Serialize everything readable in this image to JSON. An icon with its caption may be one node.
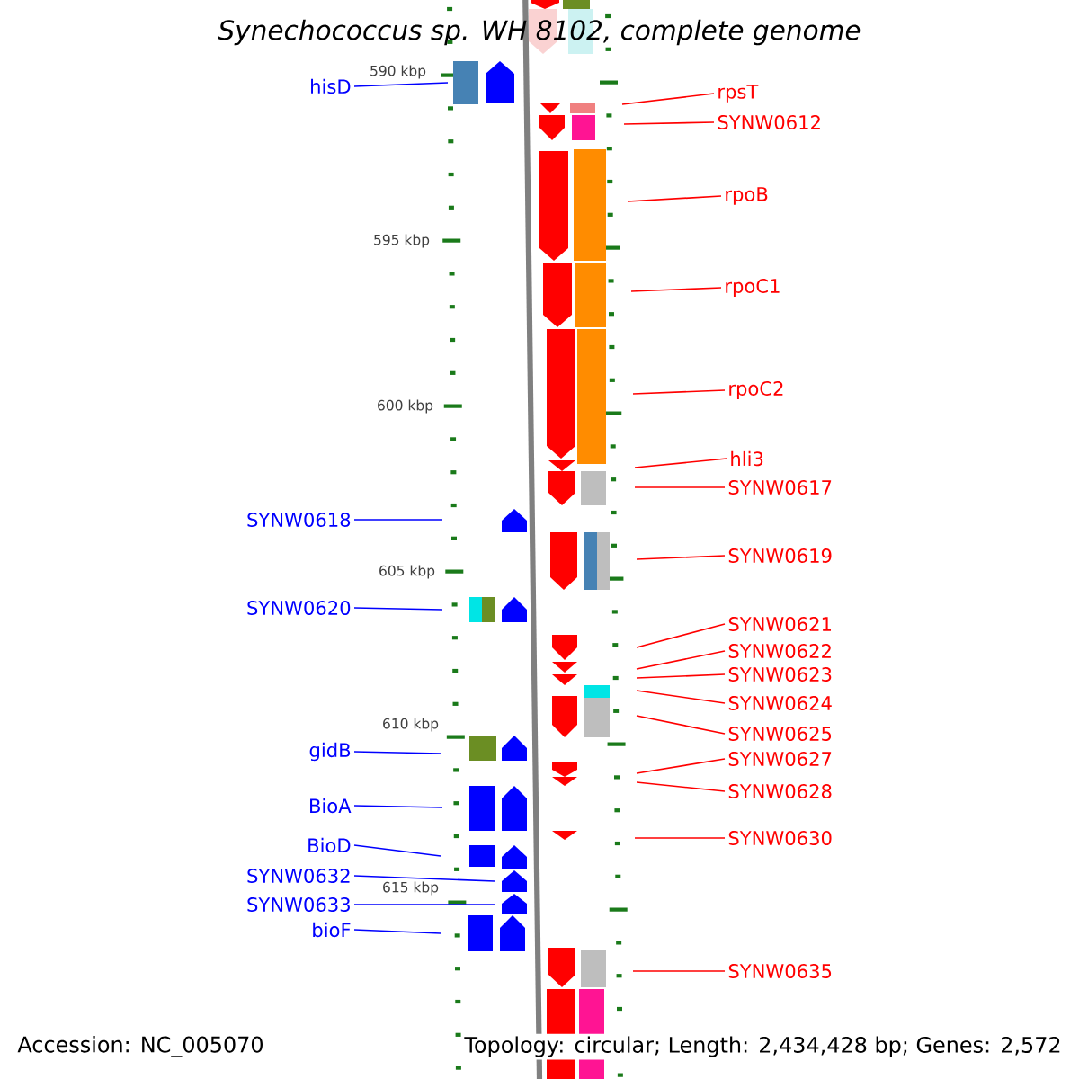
{
  "diagram": {
    "title": "Synechococcus sp. WH 8102, complete genome",
    "nodes": [
      {
        "text": [
          "hisD"
        ]
      },
      {
        "text": [
          "SYNW0618"
        ]
      },
      {
        "text": [
          "SYNW0620"
        ]
      },
      {
        "text": [
          "gidB"
        ]
      },
      {
        "text": [
          "BioA"
        ]
      },
      {
        "text": [
          "BioD"
        ]
      },
      {
        "text": [
          "SYNW0632"
        ]
      },
      {
        "text": [
          "SYNW0633"
        ]
      },
      {
        "text": [
          "bioF"
        ]
      },
      {
        "text": [
          "rpsT"
        ]
      },
      {
        "text": [
          "SYNW0612"
        ]
      },
      {
        "text": [
          "rpoB"
        ]
      },
      {
        "text": [
          "rpoC1"
        ]
      },
      {
        "text": [
          "rpoC2"
        ]
      },
      {
        "text": [
          "hli3"
        ]
      },
      {
        "text": [
          "SYNW0617"
        ]
      },
      {
        "text": [
          "SYNW0619"
        ]
      },
      {
        "text": [
          "SYNW0621"
        ]
      },
      {
        "text": [
          "SYNW0622"
        ]
      },
      {
        "text": [
          "SYNW0623"
        ]
      },
      {
        "text": [
          "SYNW0624"
        ]
      },
      {
        "text": [
          "SYNW0625"
        ]
      },
      {
        "text": [
          "SYNW0627"
        ]
      },
      {
        "text": [
          "SYNW0628"
        ]
      },
      {
        "text": [
          "SYNW0630"
        ]
      },
      {
        "text": [
          "SYNW0635"
        ]
      }
    ],
    "edges": [
      {
        "from": 0,
        "to": null,
        "arrow": "none",
        "color": "#0000ff"
      },
      {
        "from": 1,
        "to": null,
        "arrow": "none",
        "color": "#0000ff"
      },
      {
        "from": 2,
        "to": null,
        "arrow": "none",
        "color": "#0000ff"
      },
      {
        "from": 3,
        "to": null,
        "arrow": "none",
        "color": "#0000ff"
      },
      {
        "from": 4,
        "to": null,
        "arrow": "none",
        "color": "#0000ff"
      },
      {
        "from": 5,
        "to": null,
        "arrow": "none",
        "color": "#0000ff"
      },
      {
        "from": 6,
        "to": null,
        "arrow": "none",
        "color": "#0000ff"
      },
      {
        "from": 7,
        "to": null,
        "arrow": "none",
        "color": "#0000ff"
      },
      {
        "from": 8,
        "to": null,
        "arrow": "none",
        "color": "#0000ff"
      },
      {
        "from": 9,
        "to": null,
        "arrow": "none"
      },
      {
        "from": 10,
        "to": null,
        "arrow": "none"
      },
      {
        "from": 11,
        "to": null,
        "arrow": "none"
      },
      {
        "from": 12,
        "to": null,
        "arrow": "none"
      },
      {
        "from": 13,
        "to": null,
        "arrow": "none"
      },
      {
        "from": 14,
        "to": null,
        "arrow": "none"
      },
      {
        "from": 15,
        "to": null,
        "arrow": "none"
      },
      {
        "from": 16,
        "to": null,
        "arrow": "none"
      },
      {
        "from": 17,
        "to": null,
        "arrow": "none"
      },
      {
        "from": 18,
        "to": null,
        "arrow": "none"
      },
      {
        "from": 19,
        "to": null,
        "arrow": "none"
      },
      {
        "from": 20,
        "to": null,
        "arrow": "none"
      },
      {
        "from": 21,
        "to": null,
        "arrow": "none"
      },
      {
        "from": 22,
        "to": null,
        "arrow": "none"
      },
      {
        "from": 23,
        "to": null,
        "arrow": "none"
      },
      {
        "from": 24,
        "to": null,
        "arrow": "none"
      },
      {
        "from": 25,
        "to": null,
        "arrow": "none"
      }
    ],
    "labels": [
      "590 kbp",
      "595 kbp",
      "600 kbp",
      "605 kbp",
      "610 kbp",
      "615 kbp",
      "Accession: NC_005070",
      "Topology: circular; Length: 2,434,428 bp; Genes: 2,572"
    ]
  }
}
